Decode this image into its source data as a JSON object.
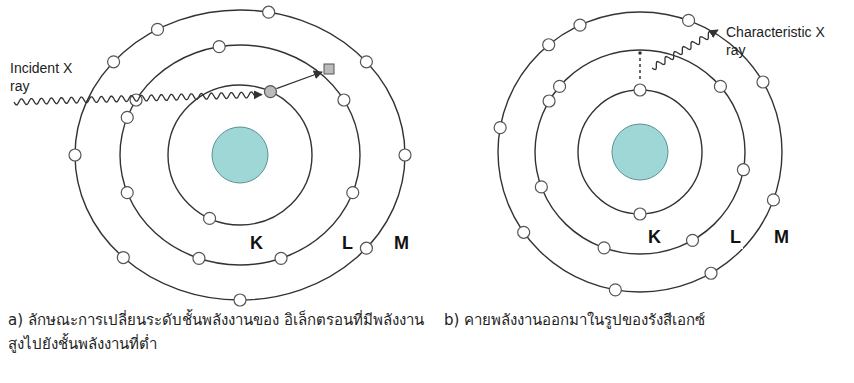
{
  "diagram": {
    "labels": [
      "Incident X ray",
      "K",
      "L",
      "M",
      "Characteristic X ray",
      "K",
      "L",
      "M",
      "a) ลักษณะการเปลี่ยนระดับชั้นพลังงานของ อิเล็กตรอนที่มีพลังงานสูงไปยังชั้นพลังงานที่ต่ำ",
      "b) คายพลังงานออกมาในรูปของรังสีเอกซ์"
    ]
  }
}
